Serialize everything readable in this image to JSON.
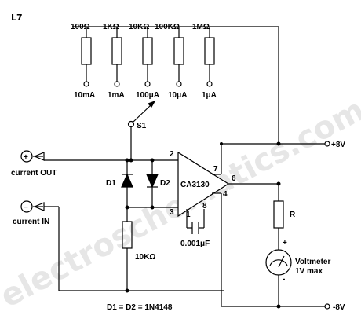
{
  "logo_text": "L7",
  "watermark": "electroschematics.com",
  "resistor_labels": [
    "100Ω",
    "1KΩ",
    "10KΩ",
    "100KΩ",
    "1MΩ"
  ],
  "range_labels": [
    "10mA",
    "1mA",
    "100μA",
    "10μA",
    "1μA"
  ],
  "switch_label": "S1",
  "terminals": {
    "plus_symbol": "+",
    "minus_symbol": "−",
    "current_out": "current OUT",
    "current_in": "current IN",
    "supply_pos": "+8V",
    "supply_neg": "-8V"
  },
  "opamp": {
    "name": "CA3130",
    "pin2": "2",
    "pin3": "3",
    "pin7": "7",
    "pin6": "6",
    "pin4": "4",
    "pin1": "1",
    "pin8": "8"
  },
  "diodes": {
    "d1": "D1",
    "d2": "D2"
  },
  "resistor_10k": "10KΩ",
  "capacitor": "0.001μF",
  "resistor_r": "R",
  "voltmeter": {
    "plus": "+",
    "minus": "-",
    "label_line1": "Voltmeter",
    "label_line2": "1V max"
  },
  "note": "D1 = D2 = 1N4148"
}
